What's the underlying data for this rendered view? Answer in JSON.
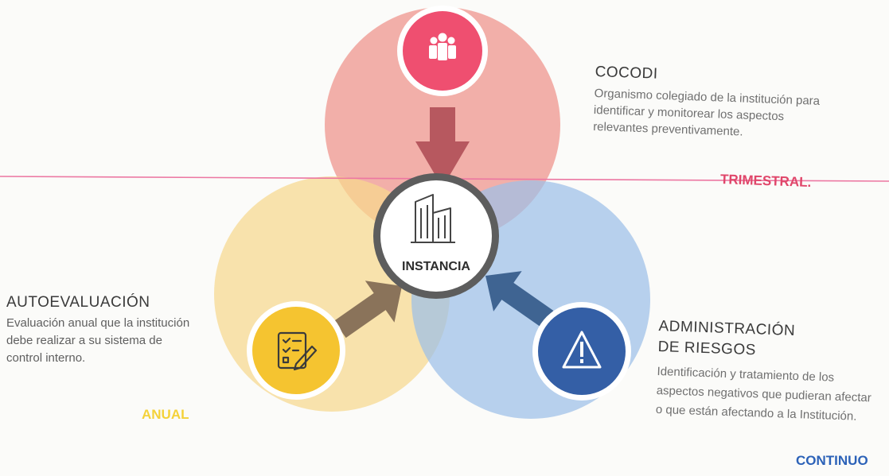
{
  "center": {
    "label": "INSTANCIA"
  },
  "nodes": {
    "cocodi": {
      "title": "COCODI",
      "description": "Organismo colegiado de la institución para identificar y monitorear los aspectos relevantes preventivamente.",
      "frequency": "TRIMESTRAL.",
      "color": "#ef4f70",
      "icon": "group-icon"
    },
    "autoevaluacion": {
      "title": "AUTOEVALUACIÓN",
      "description": "Evaluación anual que la institución debe realizar a su sistema de control interno.",
      "frequency": "ANUAL",
      "color": "#f5c430",
      "icon": "checklist-icon"
    },
    "administracion": {
      "title": "ADMINISTRACIÓN DE RIESGOS",
      "description": "Identificación y tratamiento de los aspectos negativos que pudieran afectar o que están afectando a la Institución.",
      "frequency": "CONTINUO",
      "color": "#345fa6",
      "icon": "warning-icon"
    }
  },
  "colors": {
    "circle_red": "#ef9a92",
    "circle_yellow": "#f7dc97",
    "circle_blue": "#a3c3e8",
    "ring": "#5a5a5a",
    "divider": "#ec77a2"
  }
}
